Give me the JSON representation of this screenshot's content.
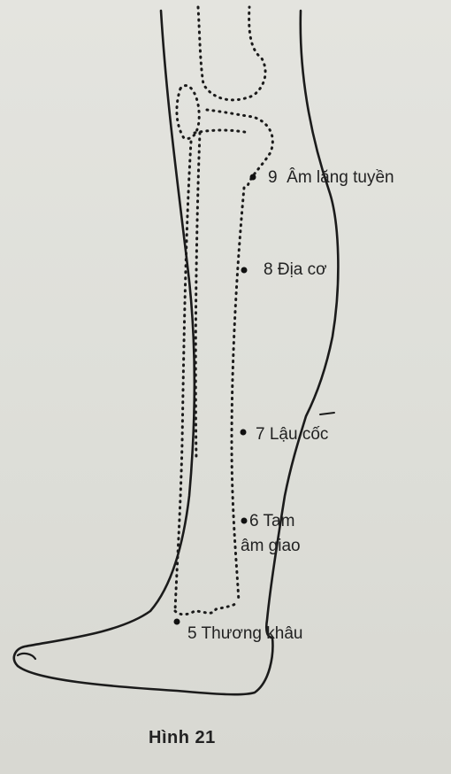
{
  "points": [
    {
      "number": "9",
      "name": "Âm lăng tuyền"
    },
    {
      "number": "8",
      "name": "Địa cơ"
    },
    {
      "number": "7",
      "name": "Lậu cốc"
    },
    {
      "number": "6",
      "name_line1": "Tam",
      "name_line2": "âm giao"
    },
    {
      "number": "5",
      "name": "Thương khâu"
    }
  ],
  "caption": "Hình 21"
}
